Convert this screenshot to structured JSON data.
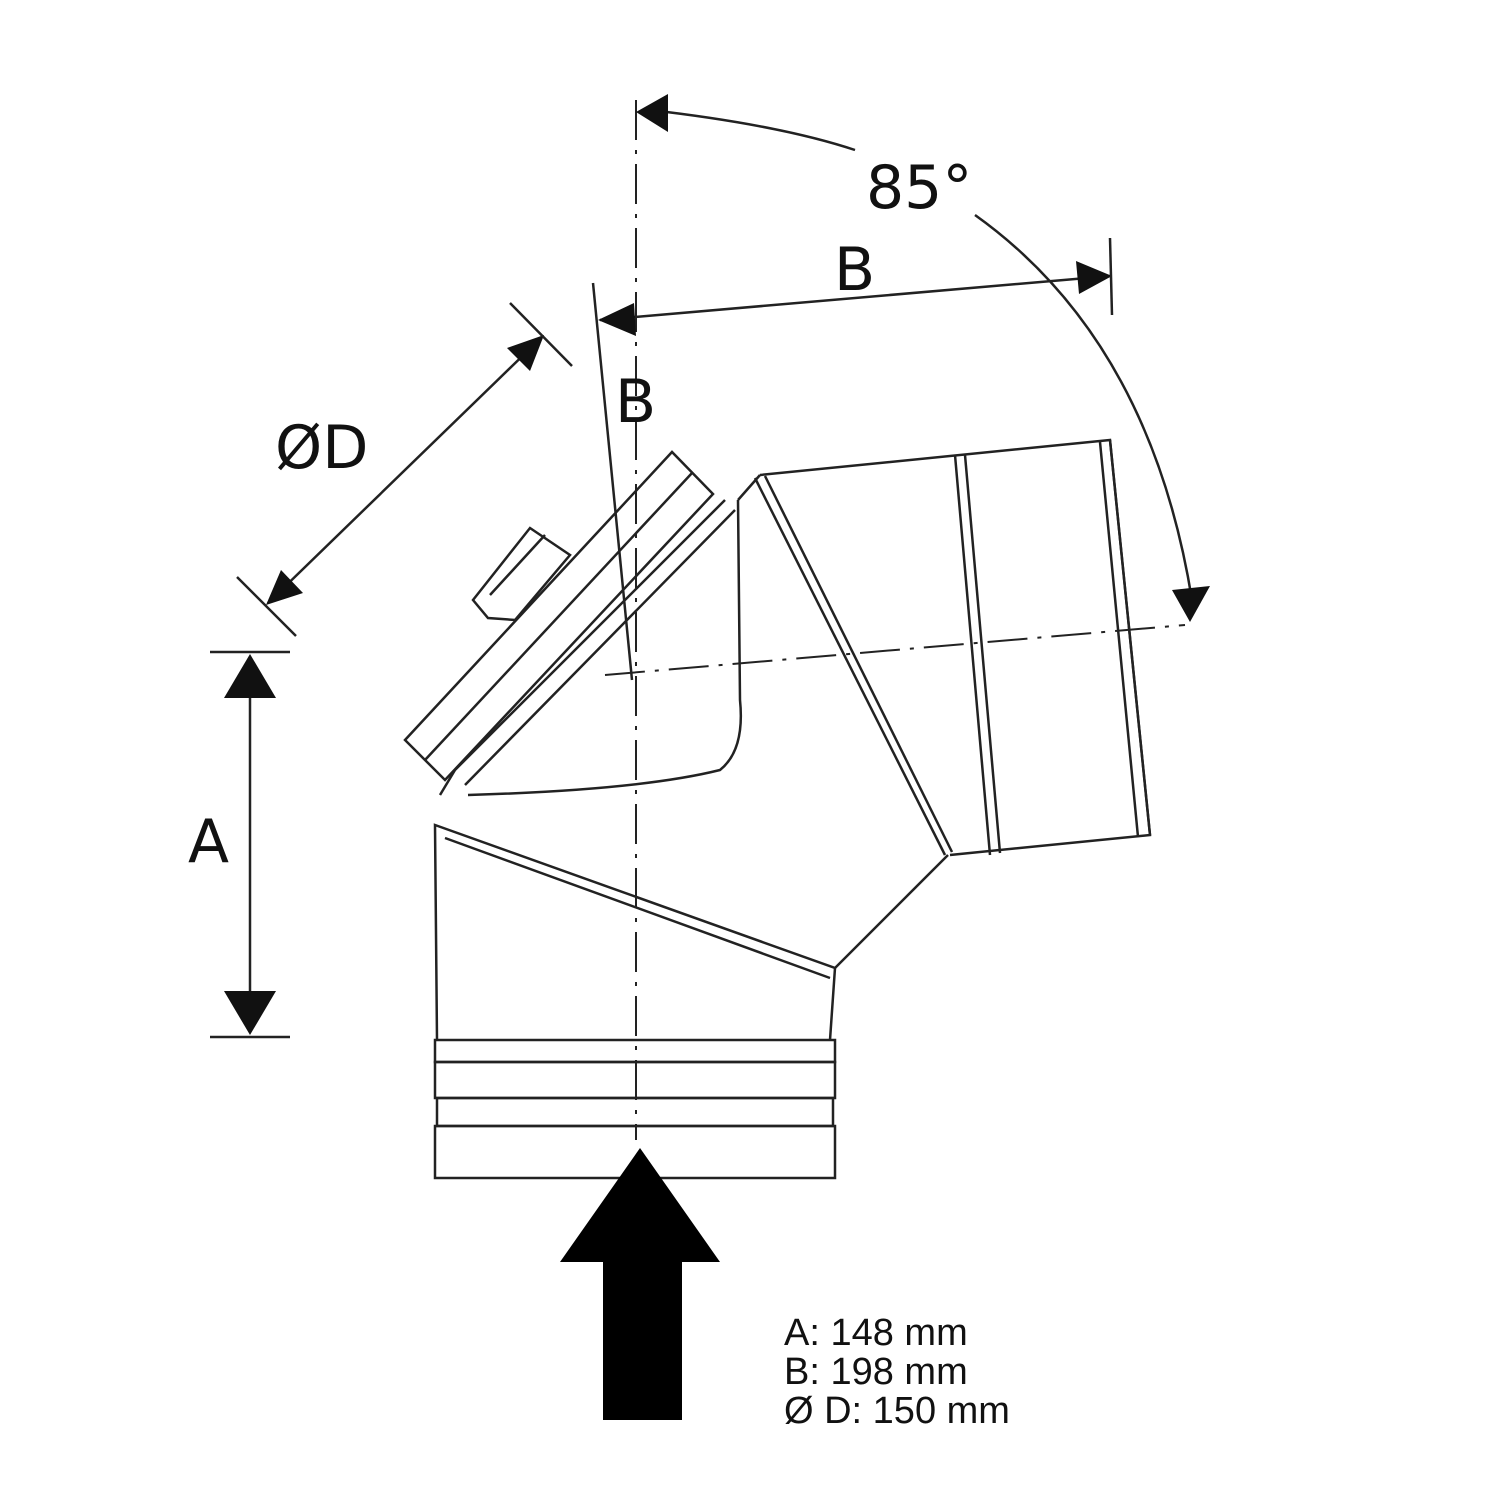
{
  "diagram": {
    "angle_label": "85°",
    "dim_b_label": "B",
    "dim_b2_label": "B",
    "dim_d_label": "ØD",
    "dim_a_label": "A"
  },
  "legend": {
    "a": "A: 148 mm",
    "b": "B: 198 mm",
    "d": "Ø D: 150 mm"
  }
}
